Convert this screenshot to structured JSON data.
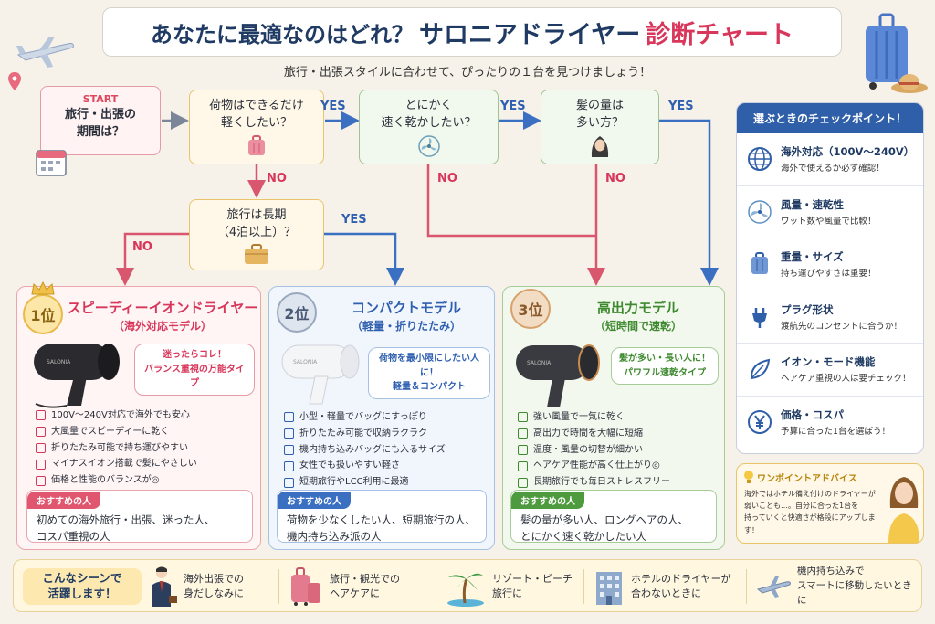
{
  "title": {
    "part1": "あなたに最適なのはどれ？",
    "part2": "サロニアドライヤー",
    "part3": "診断チャート"
  },
  "subtitle": "旅行・出張スタイルに合わせて、ぴったりの１台を見つけましょう！",
  "flow": {
    "start_label": "START",
    "start_question": "旅行・出張の\n期間は？",
    "q_light": "荷物はできるだけ\n軽くしたい？",
    "q_fast": "とにかく\n速く乾かしたい？",
    "q_hair": "髪の量は\n多い方？",
    "q_long": "旅行は長期\n（4泊以上）？",
    "yes": "YES",
    "no": "NO"
  },
  "cards": [
    {
      "rank": "1位",
      "title": "スピーディーイオンドライヤー",
      "subtitle": "（海外対応モデル）",
      "bubble": "迷ったらコレ！\nバランス重視の万能タイプ",
      "brand": "SALONIA",
      "features": [
        "100V〜240V対応で海外でも安心",
        "大風量でスピーディーに乾く",
        "折りたたみ可能で持ち運びやすい",
        "マイナスイオン搭載で髪にやさしい",
        "価格と性能のバランスが◎"
      ],
      "rec_head": "おすすめの人",
      "rec_text": "初めての海外旅行・出張、迷った人、\nコスパ重視の人"
    },
    {
      "rank": "2位",
      "title": "コンパクトモデル",
      "subtitle": "（軽量・折りたたみ）",
      "bubble": "荷物を最小限にしたい人に！\n軽量＆コンパクト",
      "brand": "SALONIA",
      "features": [
        "小型・軽量でバッグにすっぽり",
        "折りたたみ可能で収納ラクラク",
        "機内持ち込みバッグにも入るサイズ",
        "女性でも扱いやすい軽さ",
        "短期旅行やLCC利用に最適"
      ],
      "rec_head": "おすすめの人",
      "rec_text": "荷物を少なくしたい人、短期旅行の人、\n機内持ち込み派の人"
    },
    {
      "rank": "3位",
      "title": "高出力モデル",
      "subtitle": "（短時間で速乾）",
      "bubble": "髪が多い・長い人に！\nパワフル速乾タイプ",
      "brand": "SALONIA",
      "features": [
        "強い風量で一気に乾く",
        "高出力で時間を大幅に短縮",
        "温度・風量の切替が細かい",
        "ヘアケア性能が高く仕上がり◎",
        "長期旅行でも毎日ストレスフリー"
      ],
      "rec_head": "おすすめの人",
      "rec_text": "髪の量が多い人、ロングヘアの人、\nとにかく速く乾かしたい人"
    }
  ],
  "checkpoints": {
    "title": "選ぶときのチェックポイント！",
    "items": [
      {
        "icon": "globe-icon",
        "title": "海外対応（100V〜240V）",
        "desc": "海外で使えるか必ず確認！"
      },
      {
        "icon": "fan-icon",
        "title": "風量・速乾性",
        "desc": "ワット数や風量で比較！"
      },
      {
        "icon": "suitcase-icon",
        "title": "重量・サイズ",
        "desc": "持ち運びやすさは重要！"
      },
      {
        "icon": "plug-icon",
        "title": "プラグ形状",
        "desc": "渡航先のコンセントに合うか！"
      },
      {
        "icon": "leaf-icon",
        "title": "イオン・モード機能",
        "desc": "ヘアケア重視の人は要チェック！"
      },
      {
        "icon": "yen-icon",
        "title": "価格・コスパ",
        "desc": "予算に合った1台を選ぼう！"
      }
    ]
  },
  "advice": {
    "title": "ワンポイントアドバイス",
    "text": "海外ではホテル備え付けのドライヤーが\n弱いことも…。自分に合った1台を\n持っていくと快適さが格段にアップします！"
  },
  "scenes": {
    "head": "こんなシーンで\n活躍します！",
    "items": [
      {
        "icon": "businessman-icon",
        "text": "海外出張での\n身だしなみに"
      },
      {
        "icon": "luggage-icon",
        "text": "旅行・観光での\nヘアケアに"
      },
      {
        "icon": "palm-tree-icon",
        "text": "リゾート・ビーチ\n旅行に"
      },
      {
        "icon": "hotel-icon",
        "text": "ホテルのドライヤーが\n合わないときに"
      },
      {
        "icon": "airplane-icon",
        "text": "機内持ち込みで\nスマートに移動したいときに"
      }
    ]
  },
  "colors": {
    "navy": "#1f3a63",
    "pink": "#d8365b",
    "blue": "#2f5fb0",
    "green": "#4e9a3e",
    "gold": "#e9b949"
  }
}
